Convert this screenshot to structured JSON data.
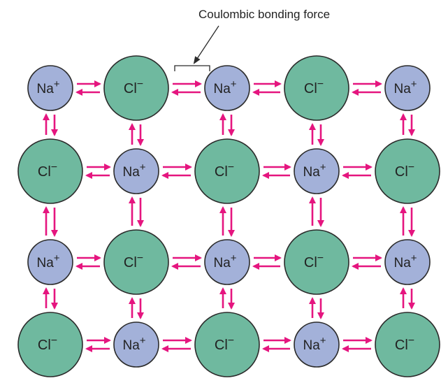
{
  "callout": {
    "label": "Coulombic bonding force"
  },
  "ions": {
    "na": {
      "base": "Na",
      "charge": "+"
    },
    "cl": {
      "base": "Cl",
      "charge": "−"
    }
  },
  "lattice": {
    "rows": [
      [
        "na",
        "cl",
        "na",
        "cl",
        "na"
      ],
      [
        "cl",
        "na",
        "cl",
        "na",
        "cl"
      ],
      [
        "na",
        "cl",
        "na",
        "cl",
        "na"
      ],
      [
        "cl",
        "na",
        "cl",
        "na",
        "cl"
      ]
    ]
  },
  "colors": {
    "sodium_fill": "#a3b1d9",
    "chlorine_fill": "#6fb99f",
    "outline": "#2b2b2b",
    "arrow": "#e5157f",
    "text": "#222222"
  }
}
